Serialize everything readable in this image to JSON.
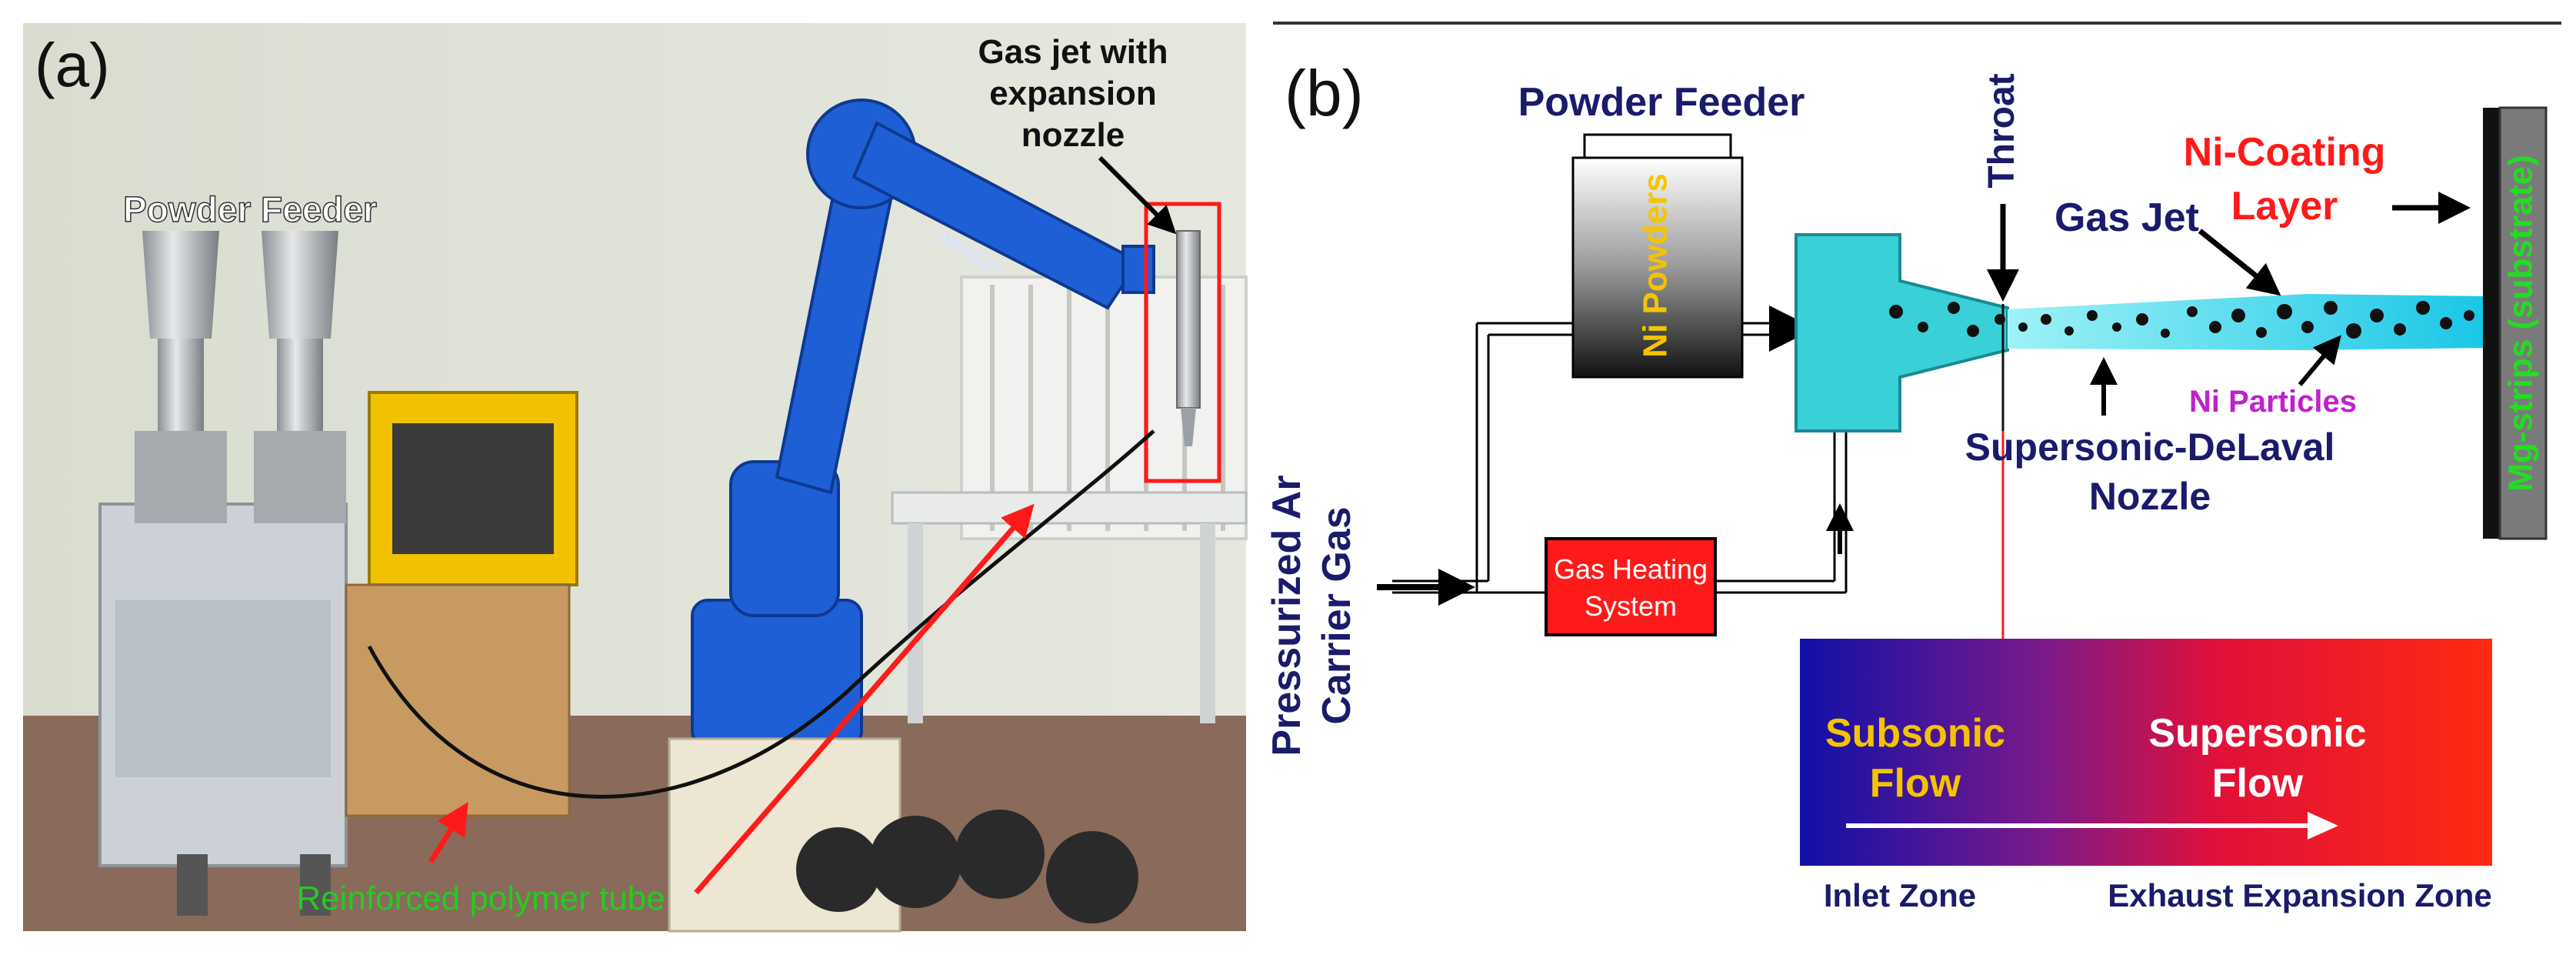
{
  "panel_a": {
    "label": "(a)",
    "powder_feeder": "Powder Feeder",
    "gas_jet_lines": [
      "Gas jet with",
      "expansion",
      "nozzle"
    ],
    "tube_label": "Reinforced polymer tube",
    "robot_brand": "AWAKAY"
  },
  "panel_b": {
    "label": "(b)",
    "powder_feeder": "Powder Feeder",
    "ni_powders": "Ni Powders",
    "throat": "Throat",
    "gas_jet": "Gas Jet",
    "coating_lines": [
      "Ni-Coating",
      "Layer"
    ],
    "substrate": "Mg-strips (substrate)",
    "ni_particles": "Ni Particles",
    "nozzle_lines": [
      "Supersonic-DeLaval",
      "Nozzle"
    ],
    "carrier_lines": [
      "Pressurized Ar",
      "Carrier Gas"
    ],
    "heater_lines": [
      "Gas Heating",
      "System"
    ],
    "subsonic_lines": [
      "Subsonic",
      "Flow"
    ],
    "supersonic_lines": [
      "Supersonic",
      "Flow"
    ],
    "inlet_zone": "Inlet Zone",
    "exhaust_zone": "Exhaust Expansion Zone"
  },
  "colors": {
    "navy": "#1b1b6b",
    "red": "#ff1a1a",
    "yellow": "#f5c400",
    "magenta": "#c020d0",
    "cyan": "#3ad0d8",
    "green": "#22cc22",
    "robot_blue": "#1f5fd6"
  }
}
